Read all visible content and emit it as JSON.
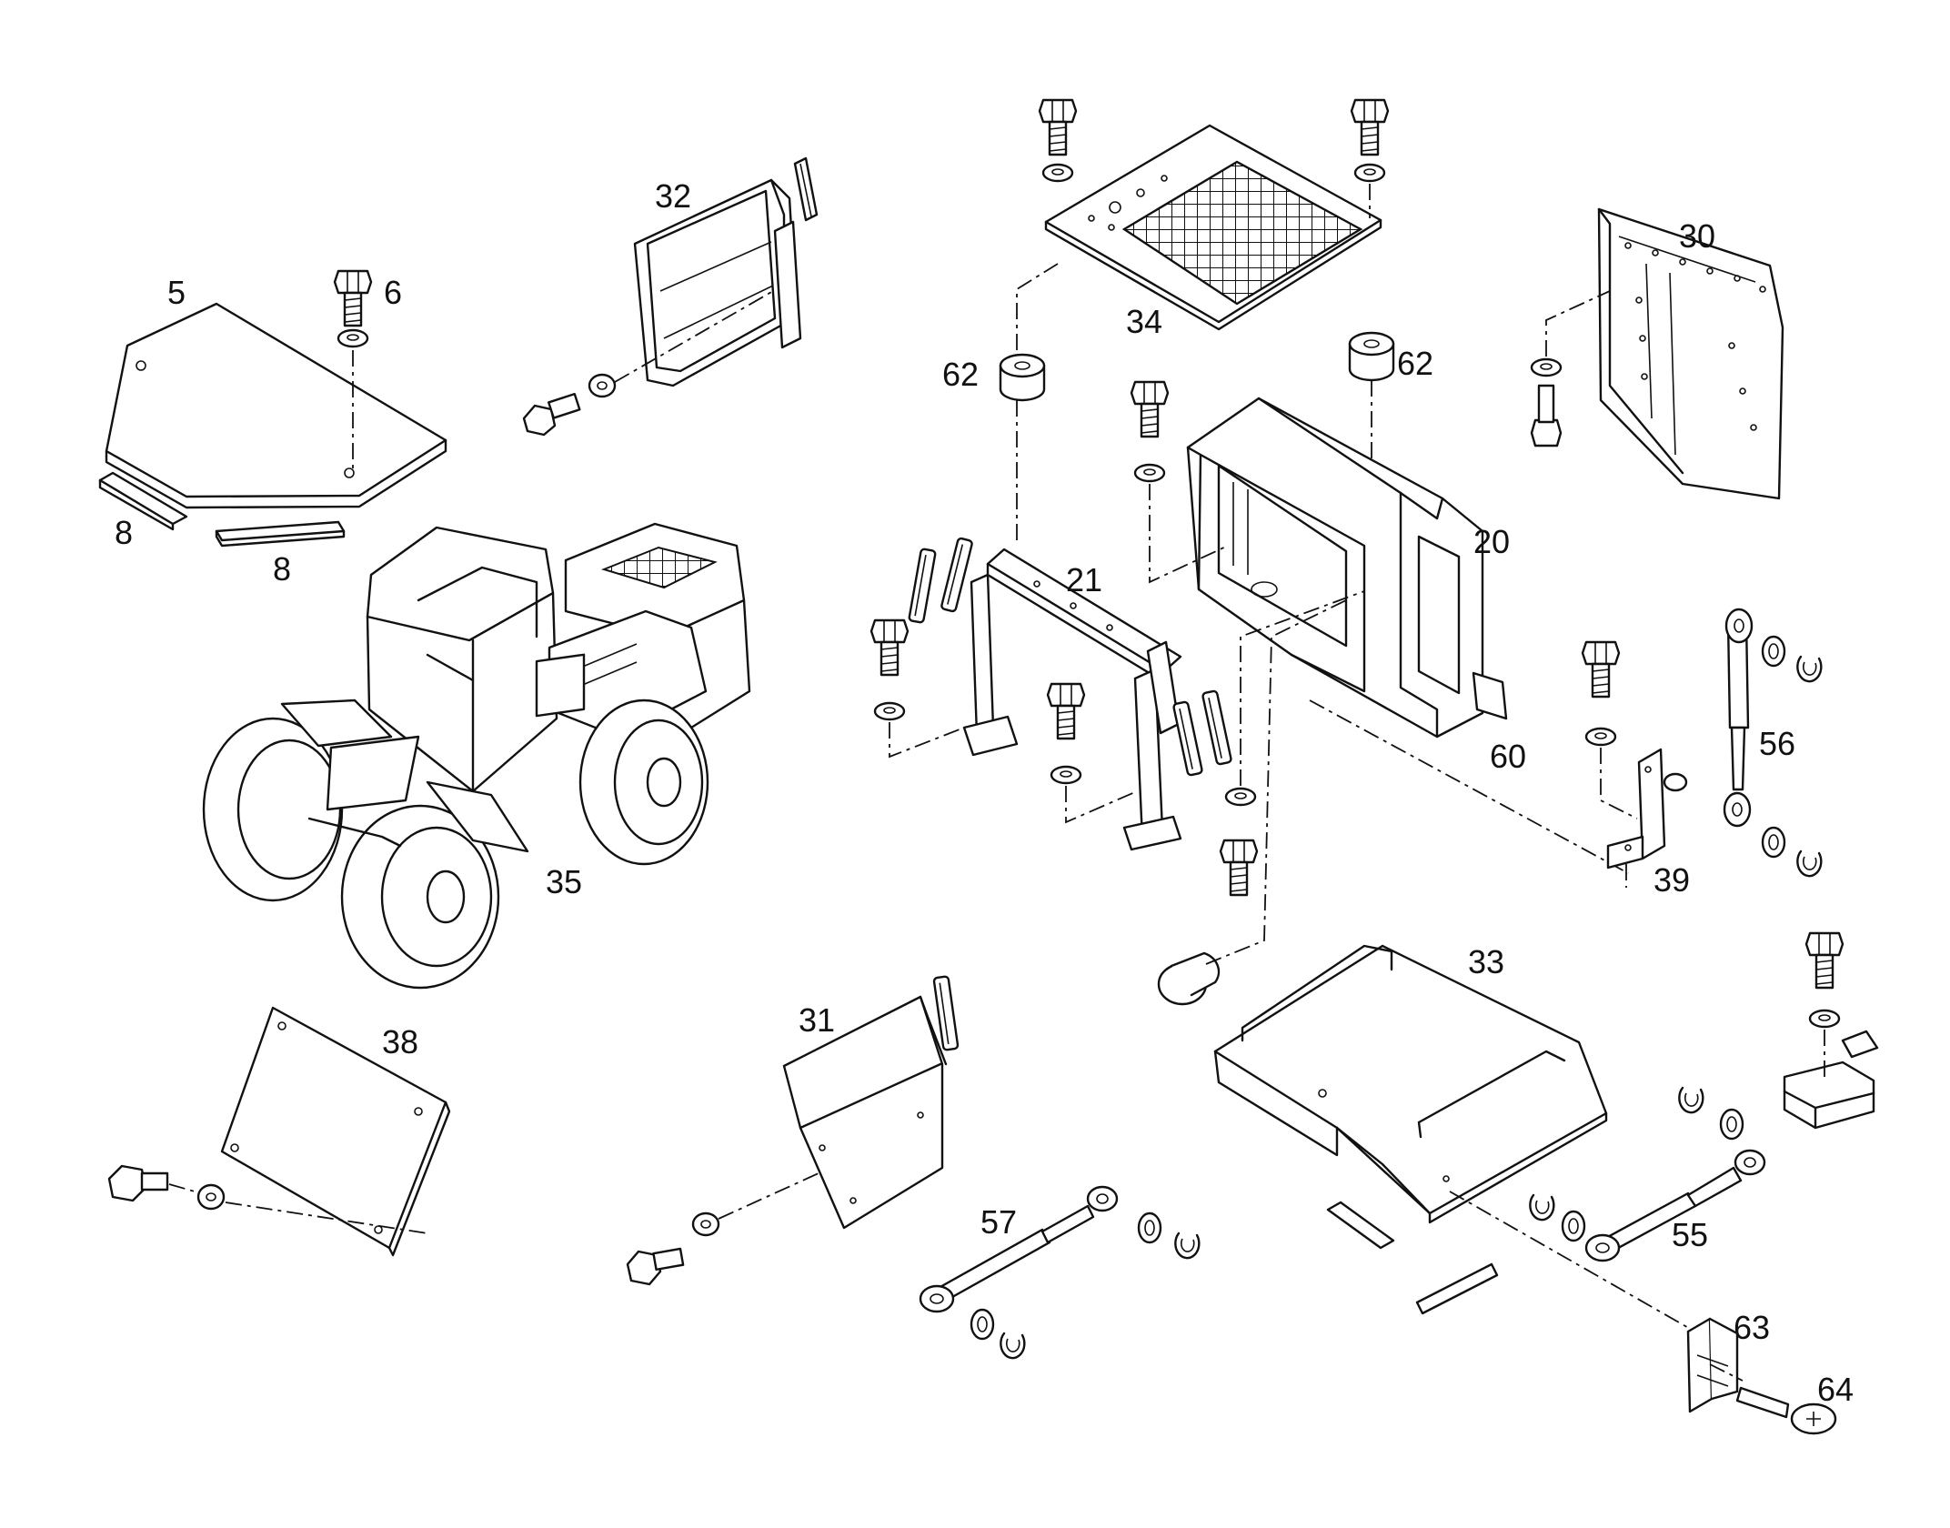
{
  "part_labels": [
    {
      "id": "p5",
      "text": "5"
    },
    {
      "id": "p6",
      "text": "6"
    },
    {
      "id": "p8a",
      "text": "8"
    },
    {
      "id": "p8b",
      "text": "8"
    },
    {
      "id": "p32",
      "text": "32"
    },
    {
      "id": "p34",
      "text": "34"
    },
    {
      "id": "p62a",
      "text": "62"
    },
    {
      "id": "p62b",
      "text": "62"
    },
    {
      "id": "p30",
      "text": "30"
    },
    {
      "id": "p21",
      "text": "21"
    },
    {
      "id": "p20",
      "text": "20"
    },
    {
      "id": "p60",
      "text": "60"
    },
    {
      "id": "p56",
      "text": "56"
    },
    {
      "id": "p39",
      "text": "39"
    },
    {
      "id": "p35",
      "text": "35"
    },
    {
      "id": "p33",
      "text": "33"
    },
    {
      "id": "p38",
      "text": "38"
    },
    {
      "id": "p31",
      "text": "31"
    },
    {
      "id": "p57",
      "text": "57"
    },
    {
      "id": "p55",
      "text": "55"
    },
    {
      "id": "p63",
      "text": "63"
    },
    {
      "id": "p64",
      "text": "64"
    }
  ]
}
